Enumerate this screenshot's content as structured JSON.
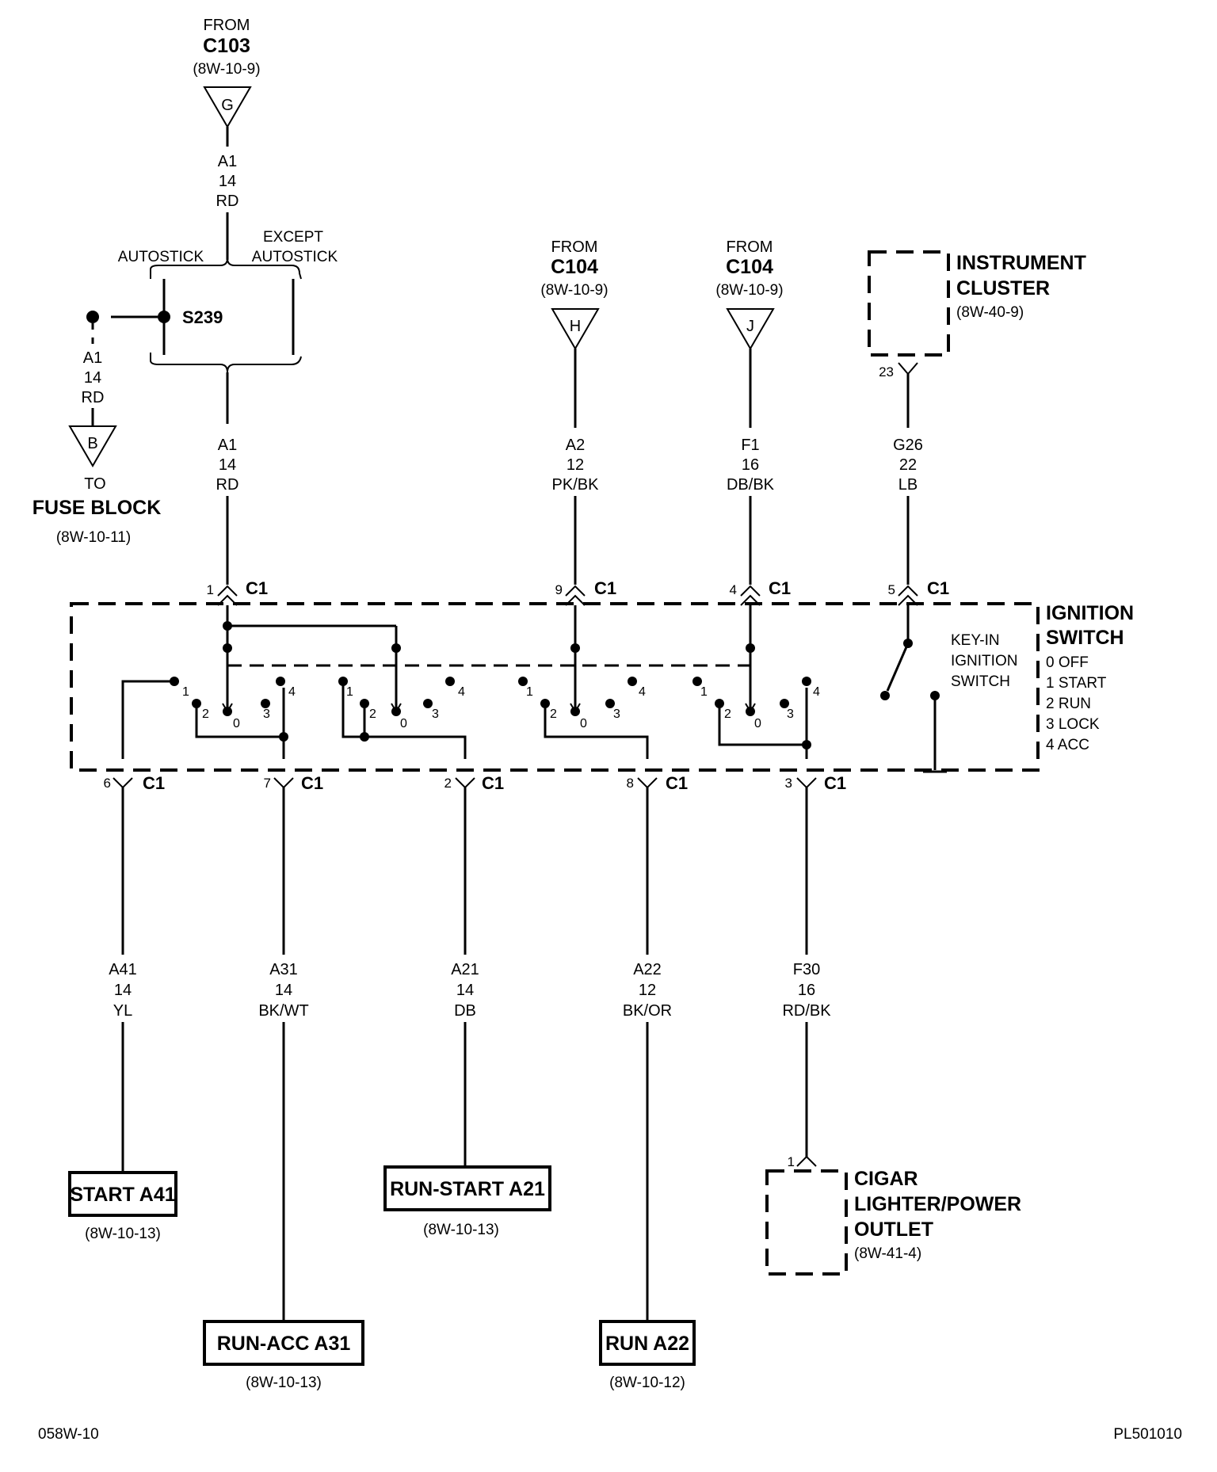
{
  "splice": {
    "id": "S239",
    "left_label": "AUTOSTICK",
    "right_label_1": "EXCEPT",
    "right_label_2": "AUTOSTICK"
  },
  "from_c103": {
    "from": "FROM",
    "connector": "C103",
    "ref": "(8W-10-9)",
    "letter": "G"
  },
  "from_c104_h": {
    "from": "FROM",
    "connector": "C104",
    "ref": "(8W-10-9)",
    "letter": "H"
  },
  "from_c104_j": {
    "from": "FROM",
    "connector": "C104",
    "ref": "(8W-10-9)",
    "letter": "J"
  },
  "fuse_block": {
    "letter": "B",
    "to": "TO",
    "name": "FUSE BLOCK",
    "ref": "(8W-10-11)"
  },
  "instrument_cluster": {
    "line1": "INSTRUMENT",
    "line2": "CLUSTER",
    "ref": "(8W-40-9)",
    "pin": "23"
  },
  "ignition_switch": {
    "title1": "IGNITION",
    "title2": "SWITCH",
    "positions": [
      "0 OFF",
      "1 START",
      "2 RUN",
      "3 LOCK",
      "4 ACC"
    ],
    "keyin": [
      "KEY-IN",
      "IGNITION",
      "SWITCH"
    ],
    "contact_labels": [
      "0",
      "1",
      "2",
      "3",
      "4"
    ]
  },
  "connector_name": "C1",
  "top_pins": [
    "1",
    "9",
    "4",
    "5"
  ],
  "bottom_pins": [
    "6",
    "7",
    "2",
    "8",
    "3"
  ],
  "wires": {
    "a1_top": [
      "A1",
      "14",
      "RD"
    ],
    "a1_fuse": [
      "A1",
      "14",
      "RD"
    ],
    "a1_mid": [
      "A1",
      "14",
      "RD"
    ],
    "a2": [
      "A2",
      "12",
      "PK/BK"
    ],
    "f1": [
      "F1",
      "16",
      "DB/BK"
    ],
    "g26": [
      "G26",
      "22",
      "LB"
    ],
    "a41": [
      "A41",
      "14",
      "YL"
    ],
    "a31": [
      "A31",
      "14",
      "BK/WT"
    ],
    "a21": [
      "A21",
      "14",
      "DB"
    ],
    "a22": [
      "A22",
      "12",
      "BK/OR"
    ],
    "f30": [
      "F30",
      "16",
      "RD/BK"
    ]
  },
  "destinations": {
    "start": {
      "label": "START A41",
      "ref": "(8W-10-13)"
    },
    "run_start": {
      "label": "RUN-START A21",
      "ref": "(8W-10-13)"
    },
    "run_acc": {
      "label": "RUN-ACC A31",
      "ref": "(8W-10-13)"
    },
    "run": {
      "label": "RUN A22",
      "ref": "(8W-10-12)"
    }
  },
  "cigar_lighter": {
    "line1": "CIGAR",
    "line2": "LIGHTER/POWER",
    "line3": "OUTLET",
    "ref": "(8W-41-4)",
    "pin": "1"
  },
  "footer": {
    "left": "058W-10",
    "right": "PL501010"
  }
}
